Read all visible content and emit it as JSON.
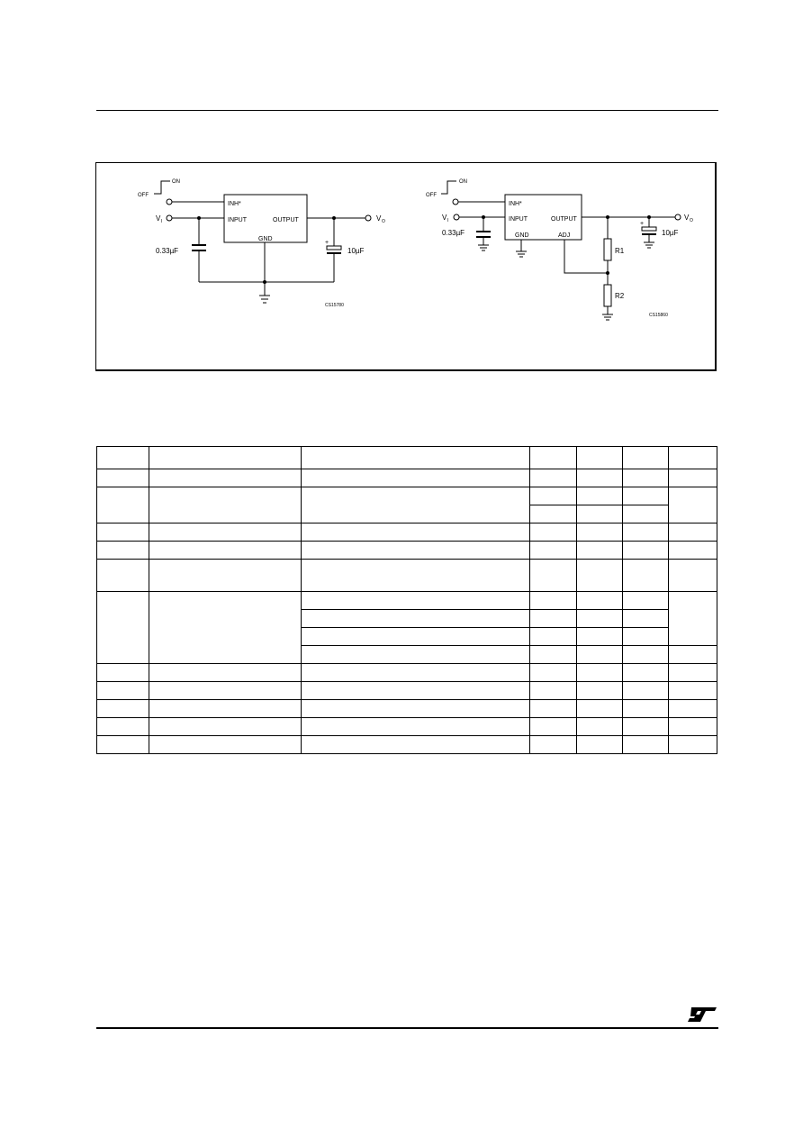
{
  "circuit_left": {
    "switch_off": "OFF",
    "switch_on": "ON",
    "pin_inh": "INH*",
    "pin_input": "INPUT",
    "pin_output": "OUTPUT",
    "pin_gnd": "GND",
    "vin_label": "V",
    "vin_sub": "I",
    "vout_label": "V",
    "vout_sub": "O",
    "cap_in": "0.33µF",
    "cap_out": "10µF",
    "cap_plus": "+",
    "code": "CS15780"
  },
  "circuit_right": {
    "switch_off": "OFF",
    "switch_on": "ON",
    "pin_inh": "INH*",
    "pin_input": "INPUT",
    "pin_output": "OUTPUT",
    "pin_gnd": "GND",
    "pin_adj": "ADJ",
    "vin_label": "V",
    "vin_sub": "I",
    "vout_label": "V",
    "vout_sub": "O",
    "cap_in": "0.33µF",
    "cap_out": "10µF",
    "cap_plus": "+",
    "r1": "R1",
    "r2": "R2",
    "code": "CS15860"
  },
  "colors": {
    "ink": "#000000",
    "paper": "#ffffff"
  }
}
